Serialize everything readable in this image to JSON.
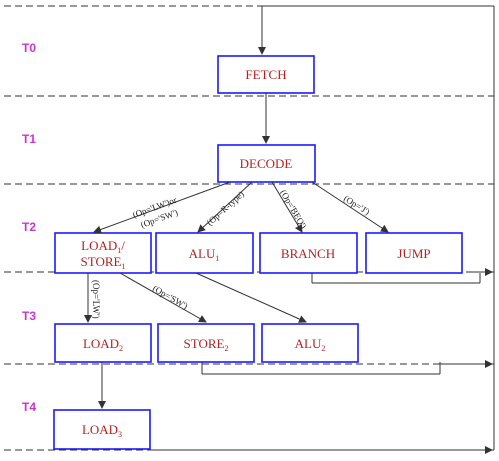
{
  "colors": {
    "box_border": "#1a1aff",
    "box_text": "#b22222",
    "phase_label": "#cc33cc",
    "line": "#333333"
  },
  "phases": [
    "T0",
    "T1",
    "T2",
    "T3",
    "T4"
  ],
  "states": {
    "fetch": "FETCH",
    "decode": "DECODE",
    "load1_a": "LOAD",
    "load1_a_sub": "1",
    "load1_slash": "/",
    "load1_b": "STORE",
    "load1_b_sub": "1",
    "alu1": "ALU",
    "alu1_sub": "1",
    "branch": "BRANCH",
    "jump": "JUMP",
    "load2": "LOAD",
    "load2_sub": "2",
    "store2": "STORE",
    "store2_sub": "2",
    "alu2": "ALU",
    "alu2_sub": "2",
    "load3": "LOAD",
    "load3_sub": "3"
  },
  "conditions": {
    "mem_a": "(Op='LW')or",
    "mem_b": "(Op='SW')",
    "rtype": "(Op=R-type)",
    "beq": "(Op='BEQ')",
    "jump": "(Op='J')",
    "lw": "(Op='LW')",
    "sw": "(Op='SW')"
  }
}
